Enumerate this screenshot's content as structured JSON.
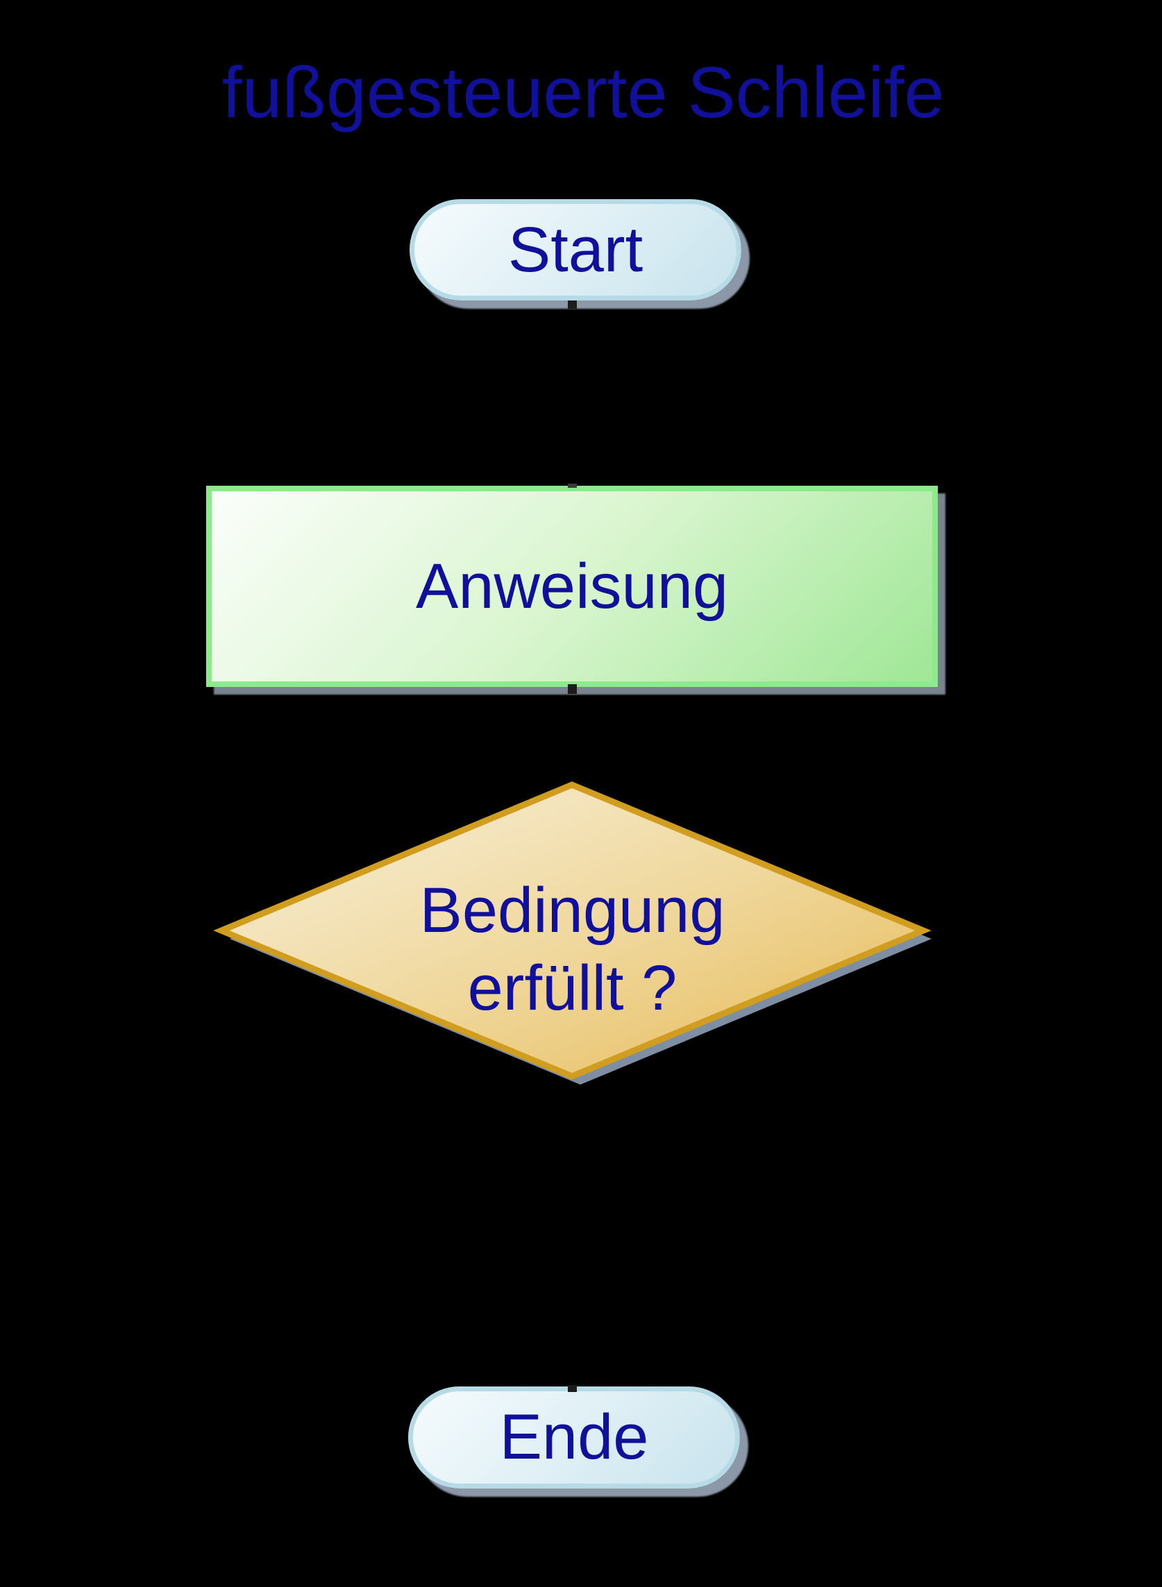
{
  "title": {
    "text": "fußgesteuerte Schleife",
    "color": "#10109a"
  },
  "nodes": {
    "start": {
      "type": "terminator",
      "label": "Start"
    },
    "anweisung": {
      "type": "process",
      "label": "Anweisung"
    },
    "bedingung": {
      "type": "decision",
      "line1": "Bedingung",
      "line2": "erfüllt ?"
    },
    "ende": {
      "type": "terminator",
      "label": "Ende"
    }
  },
  "palette": {
    "background": "#000000",
    "text_navy": "#10109a",
    "terminator_border": "#b6dae6",
    "terminator_fill_start": "#f6fbfd",
    "terminator_fill_end": "#c8e3ed",
    "terminator_shadow": "#8c97a8",
    "process_border": "#8cea8c",
    "process_fill_start": "#fbfefa",
    "process_fill_end": "#9fe796",
    "process_shadow": "#79828f",
    "decision_border": "#d09d1e",
    "decision_fill_start": "#f9f1dd",
    "decision_fill_end": "#e6ba57",
    "decision_shadow": "#7e8ea3",
    "connector": "#000000"
  }
}
